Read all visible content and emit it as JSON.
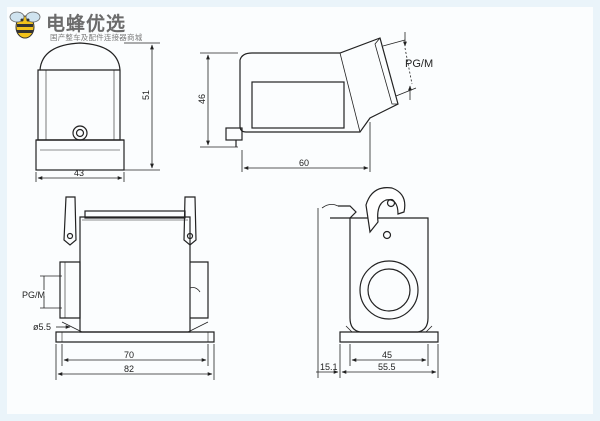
{
  "logo": {
    "name": "电蜂优选",
    "subtitle": "国产整车及配件连接器商城"
  },
  "top_front_view": {
    "width_label": "43",
    "height_label": "51"
  },
  "top_side_view": {
    "height_label": "46",
    "width_label": "60",
    "thread_label": "PG/M"
  },
  "bottom_front_view": {
    "thread_label": "PG/M",
    "hole_label": "ø5.5",
    "inner_width_label": "70",
    "outer_width_label": "82"
  },
  "bottom_side_view": {
    "inner_label": "45",
    "outer_label": "55.5",
    "offset_label": "15.1"
  },
  "colors": {
    "line": "#222222",
    "fill": "#e6e6e6",
    "logo_bee": "#f2c21b"
  }
}
